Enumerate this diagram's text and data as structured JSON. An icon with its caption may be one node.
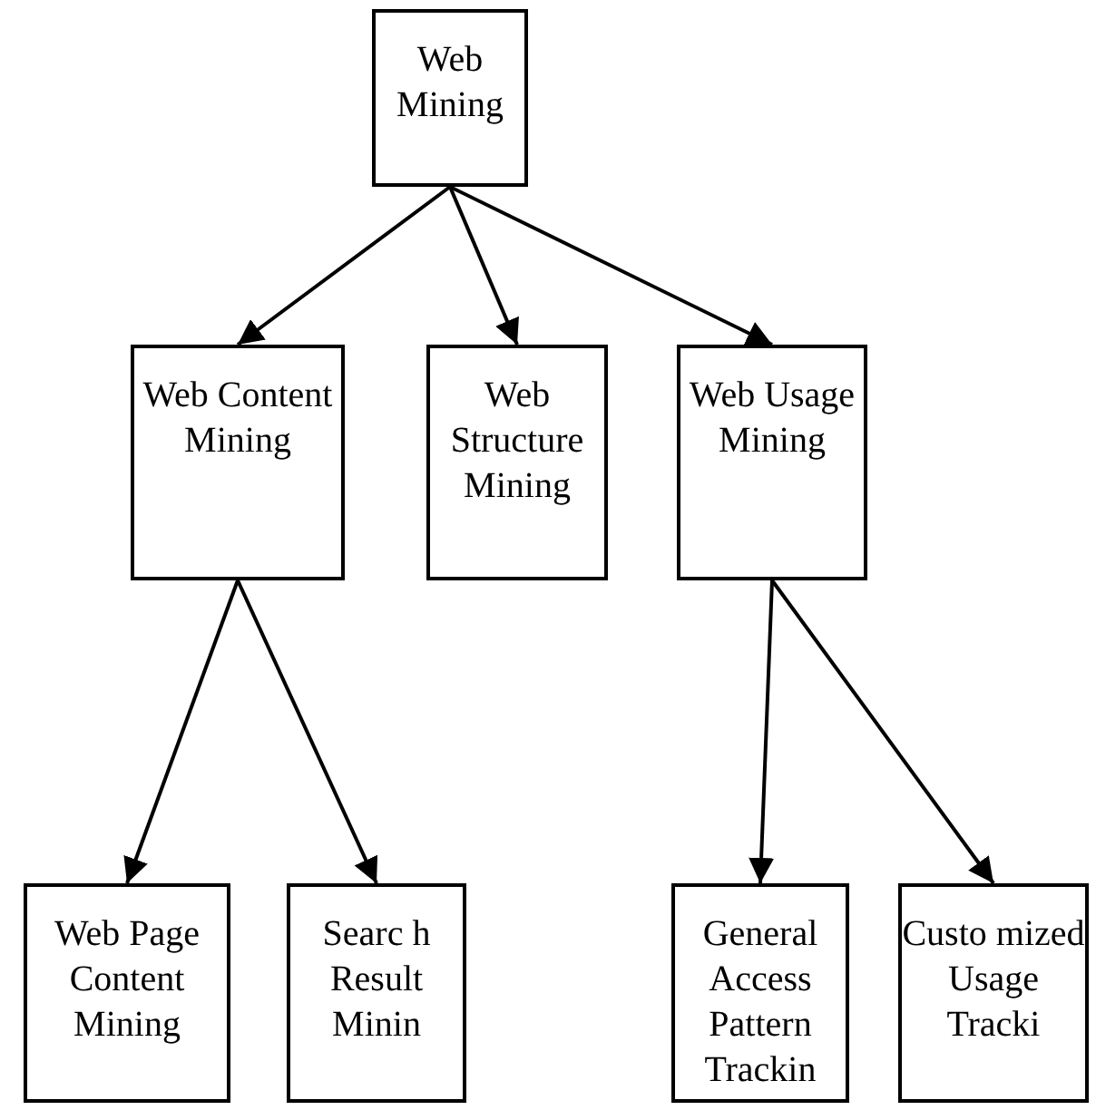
{
  "diagram": {
    "nodes": [
      {
        "text": [
          "Web Mining"
        ]
      },
      {
        "text": [
          "Web Content Mining"
        ]
      },
      {
        "text": [
          "Web Structure Mining"
        ]
      },
      {
        "text": [
          "Web Usage Mining"
        ]
      },
      {
        "text": [
          "Web Page Content Mining"
        ]
      },
      {
        "text": [
          "Searc h Result Minin"
        ]
      },
      {
        "text": [
          "General Access Pattern Trackin"
        ]
      },
      {
        "text": [
          "Custo mized Usage Tracki"
        ]
      }
    ],
    "edges": [
      {
        "from": 0,
        "to": 1,
        "arrow": "to"
      },
      {
        "from": 0,
        "to": 2,
        "arrow": "to"
      },
      {
        "from": 0,
        "to": 3,
        "arrow": "to"
      },
      {
        "from": 1,
        "to": 4,
        "arrow": "to"
      },
      {
        "from": 1,
        "to": 5,
        "arrow": "to"
      },
      {
        "from": 3,
        "to": 6,
        "arrow": "to"
      },
      {
        "from": 3,
        "to": 7,
        "arrow": "to"
      }
    ]
  }
}
